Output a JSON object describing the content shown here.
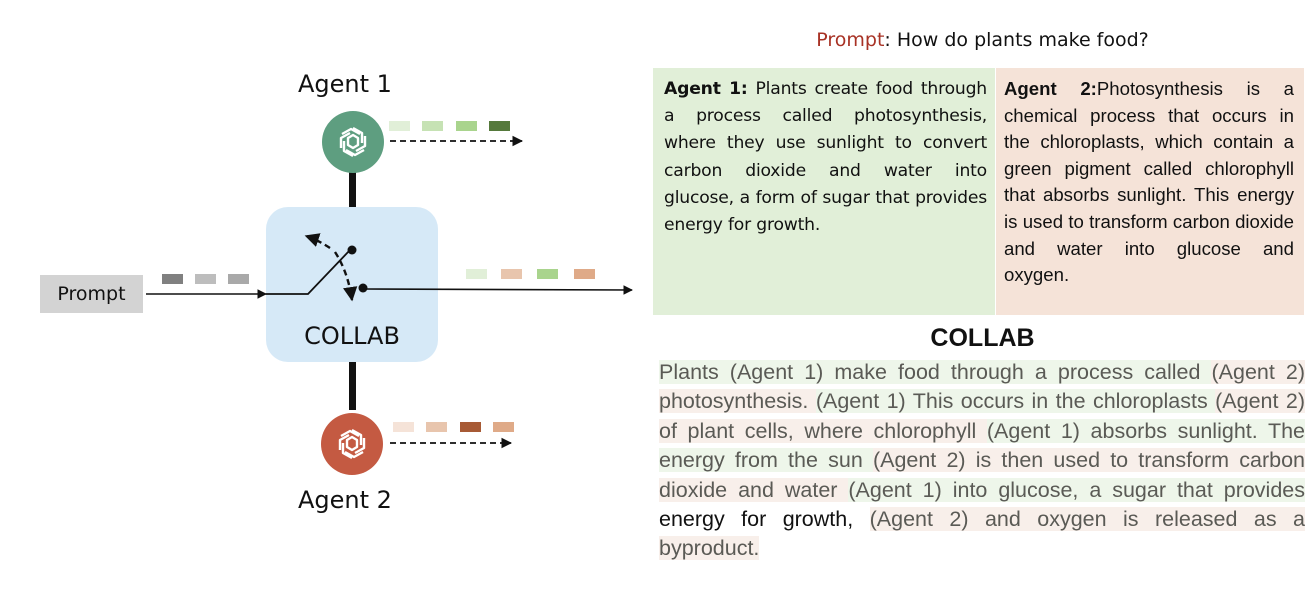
{
  "diagram": {
    "agent1_label": "Agent 1",
    "agent2_label": "Agent 2",
    "prompt_box_label": "Prompt",
    "collab_label": "COLLAB",
    "agent1_color": "#5e9e80",
    "agent2_color": "#c45a42",
    "collab_box_color": "#d6e9f7",
    "agent1_icon": "openai-logo-icon",
    "agent2_icon": "openai-logo-icon",
    "prompt_tokens": [
      "#808080",
      "#bdbdbd",
      "#a9a9a9"
    ],
    "agent1_tokens": [
      "#e1efd8",
      "#c6e2b4",
      "#a9d48d",
      "#55793b"
    ],
    "agent2_tokens": [
      "#f5e3d8",
      "#e8c5ad",
      "#a75a35",
      "#dfaa88"
    ],
    "output_tokens": [
      "#e1efd8",
      "#e8c5ad",
      "#a9d48d",
      "#dfaa88"
    ]
  },
  "example": {
    "prompt_keyword": "Prompt",
    "prompt_text": ": How do plants make food?",
    "agent1": {
      "label": "Agent 1:",
      "text": " Plants create food through a process called photosynthesis, where they use sunlight to convert carbon dioxide and water into glucose, a form of sugar that provides energy for growth."
    },
    "agent2": {
      "label": "Agent 2:",
      "text": "Photosynthesis is a chemical process that occurs in the chloroplasts, which contain a green pigment called chlorophyll that absorbs sunlight. This energy is used to transform carbon dioxide and water into glucose and oxygen."
    },
    "collab_title": "COLLAB",
    "collab_segments": [
      {
        "agent": "1",
        "text": "Plants (Agent 1) make food through a process called "
      },
      {
        "agent": "2",
        "text": "(Agent 2) photosynthesis. "
      },
      {
        "agent": "1",
        "text": "(Agent 1) This occurs in the chloroplasts "
      },
      {
        "agent": "2",
        "text": "(Agent 2) of plant cells, where chlorophyll "
      },
      {
        "agent": "1",
        "text": "(Agent 1) absorbs sunlight. The energy from the sun "
      },
      {
        "agent": "2",
        "text": "(Agent 2) is then used to transform carbon dioxide and water "
      },
      {
        "agent": "1",
        "text": "(Agent 1) into glucose, a sugar that provides "
      },
      {
        "agent": "none",
        "text": "energy for growth, "
      },
      {
        "agent": "2",
        "text": "(Agent 2) and oxygen is released as a byproduct."
      }
    ]
  }
}
